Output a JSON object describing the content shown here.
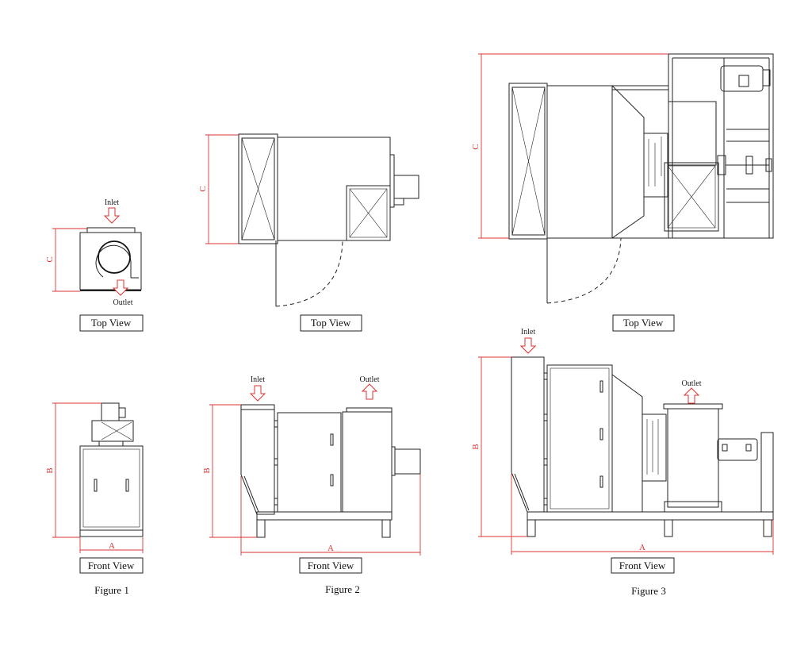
{
  "labels": {
    "inlet": "Inlet",
    "outlet": "Outlet",
    "top_view": "Top View",
    "front_view": "Front View",
    "dim_a": "A",
    "dim_b": "B",
    "dim_c": "C"
  },
  "figures": [
    {
      "caption": "Figure 1"
    },
    {
      "caption": "Figure 2"
    },
    {
      "caption": "Figure 3"
    }
  ],
  "colors": {
    "dimension": "#dd3333",
    "line": "#222222"
  }
}
